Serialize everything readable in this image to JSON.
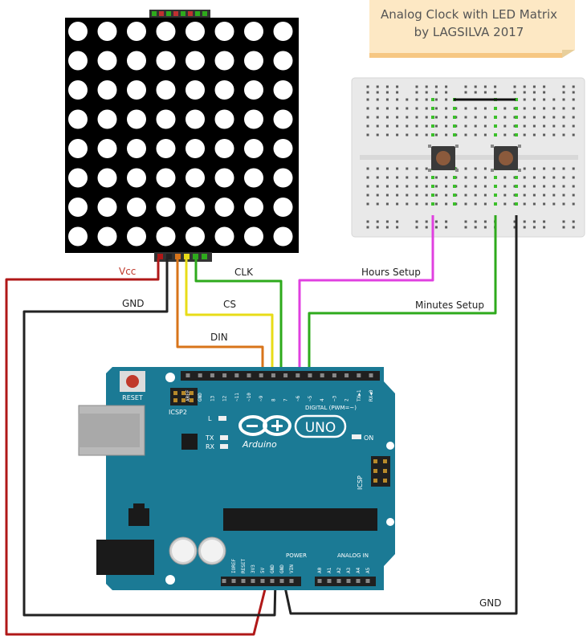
{
  "note": {
    "line1": "Analog Clock with LED Matrix",
    "line2": "by LAGSILVA 2017",
    "color": "#fde8c4"
  },
  "labels": {
    "vcc": "Vcc",
    "gnd_left": "GND",
    "clk": "CLK",
    "cs": "CS",
    "din": "DIN",
    "hours_setup": "Hours Setup",
    "minutes_setup": "Minutes Setup",
    "gnd_bottom": "GND"
  },
  "arduino": {
    "brand": "Arduino",
    "model": "UNO",
    "reset": "RESET",
    "icsp2": "ICSP2",
    "icsp": "ICSP",
    "led_l": "L",
    "led_tx": "TX",
    "led_rx": "RX",
    "on": "ON",
    "digital": "DIGITAL (PWM=~)",
    "analog_in": "ANALOG IN",
    "power": "POWER",
    "digital_pins": [
      "AREF",
      "GND",
      "13",
      "12",
      "~11",
      "~10",
      "~9",
      "8",
      "7",
      "~6",
      "~5",
      "4",
      "~3",
      "2",
      "TX▶1",
      "RX◀0"
    ],
    "power_pins": [
      "IOREF",
      "RESET",
      "3V3",
      "5V",
      "GND",
      "GND",
      "VIN"
    ],
    "analog_pins": [
      "A0",
      "A1",
      "A2",
      "A3",
      "A4",
      "A5"
    ],
    "board_color": "#1b7a95"
  },
  "colors": {
    "vcc": "#b01818",
    "gnd": "#222222",
    "clk": "#2eaa1c",
    "cs": "#e8dc18",
    "din": "#d8741a",
    "hours": "#e040e0",
    "minutes": "#2eaa1c"
  }
}
